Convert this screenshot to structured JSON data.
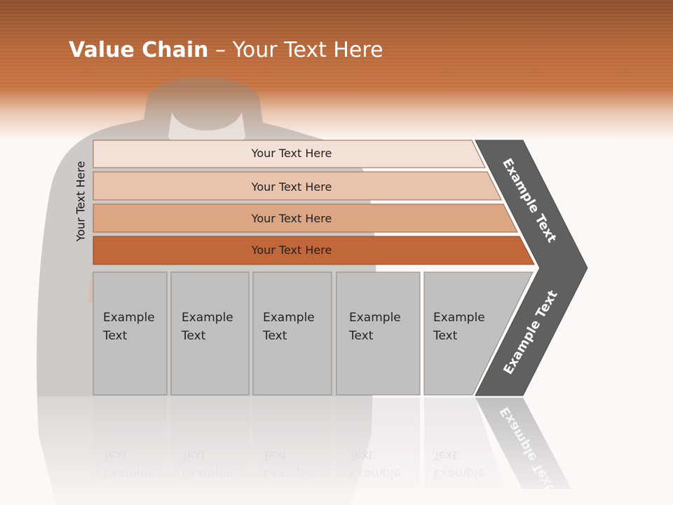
{
  "slide": {
    "title_bold": "Value Chain",
    "title_rest": " – Your Text Here",
    "side_label": "Your Text Here"
  },
  "bars": [
    {
      "label": "Your Text Here",
      "color": "#f3e1d8"
    },
    {
      "label": "Your Text Here",
      "color": "#e8c4ae"
    },
    {
      "label": "Your Text Here",
      "color": "#dca584"
    },
    {
      "label": "Your Text Here",
      "color": "#c1683a"
    }
  ],
  "boxes": [
    {
      "line1": "Example",
      "line2": "Text"
    },
    {
      "line1": "Example",
      "line2": "Text"
    },
    {
      "line1": "Example",
      "line2": "Text"
    },
    {
      "line1": "Example",
      "line2": "Text"
    },
    {
      "line1": "Example",
      "line2": "Text"
    }
  ],
  "chevron": {
    "upper_label": "Example Text",
    "lower_label": "Example Text",
    "color": "#606060"
  },
  "colors": {
    "header": "#c5733f",
    "box_fill": "#c0c0c0",
    "background": "#fbf8f6"
  }
}
